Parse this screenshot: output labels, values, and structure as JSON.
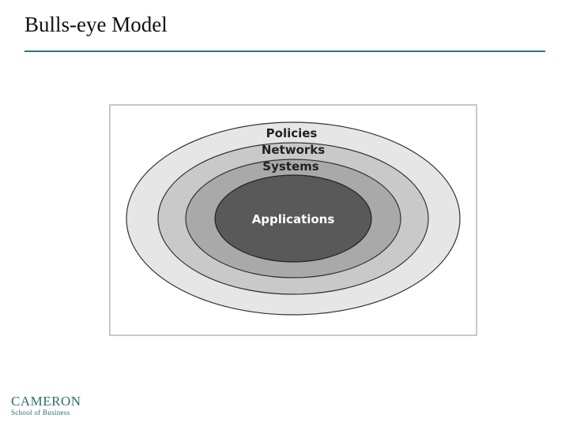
{
  "slide": {
    "title": "Bulls-eye Model"
  },
  "diagram": {
    "layers": [
      {
        "label": "Policies",
        "fill": "#e6e6e6"
      },
      {
        "label": "Networks",
        "fill": "#c9c9c9"
      },
      {
        "label": "Systems",
        "fill": "#a9a9a9"
      },
      {
        "label": "Applications",
        "fill": "#595959"
      }
    ],
    "frame_border": "#c8c8c8"
  },
  "logo": {
    "name": "CAMERON",
    "subtitle": "School of Business",
    "color": "#2b6f6d"
  },
  "accent_color": "#2b7a78"
}
